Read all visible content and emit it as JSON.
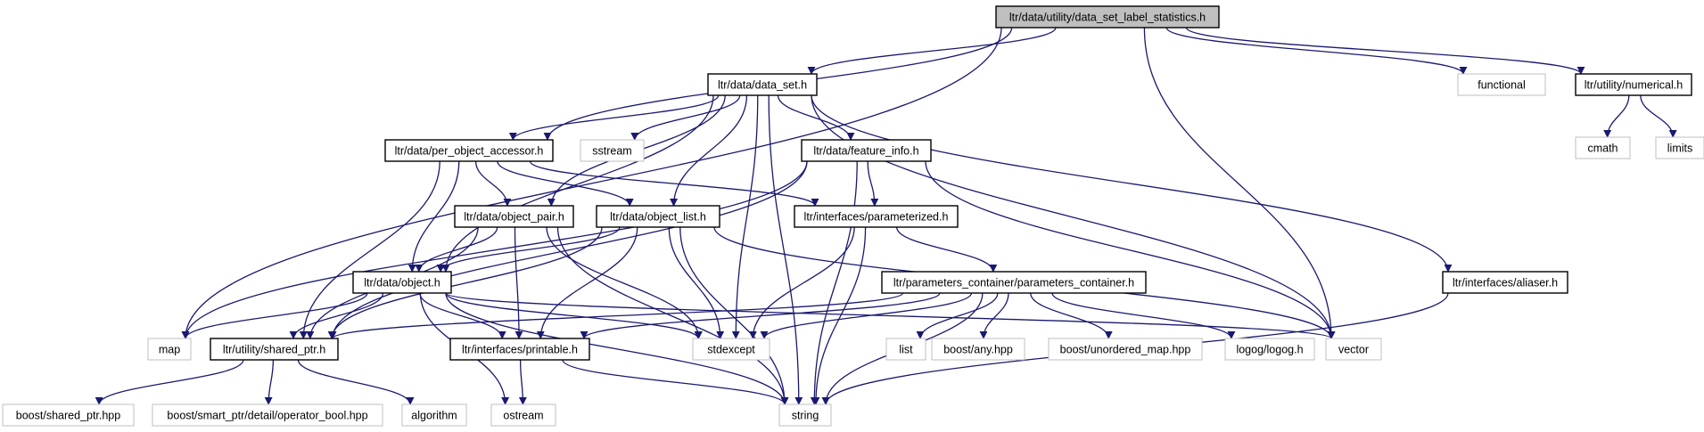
{
  "diagram": {
    "colors": {
      "edge": "#191970",
      "node_border": "#000000",
      "external_border": "#bfbfbf",
      "root_fill": "#bfbfbf",
      "node_fill": "#ffffff",
      "text": "#000000"
    },
    "nodes": [
      {
        "id": "root",
        "label": "ltr/data/utility/data_set_label_statistics.h",
        "kind": "root"
      },
      {
        "id": "data_set",
        "label": "ltr/data/data_set.h",
        "kind": "internal"
      },
      {
        "id": "functional",
        "label": "functional",
        "kind": "external"
      },
      {
        "id": "numerical",
        "label": "ltr/utility/numerical.h",
        "kind": "internal"
      },
      {
        "id": "cmath",
        "label": "cmath",
        "kind": "external"
      },
      {
        "id": "limits",
        "label": "limits",
        "kind": "external"
      },
      {
        "id": "per_object_accessor",
        "label": "ltr/data/per_object_accessor.h",
        "kind": "internal"
      },
      {
        "id": "sstream",
        "label": "sstream",
        "kind": "external"
      },
      {
        "id": "feature_info",
        "label": "ltr/data/feature_info.h",
        "kind": "internal"
      },
      {
        "id": "object_pair",
        "label": "ltr/data/object_pair.h",
        "kind": "internal"
      },
      {
        "id": "object_list",
        "label": "ltr/data/object_list.h",
        "kind": "internal"
      },
      {
        "id": "parameterized",
        "label": "ltr/interfaces/parameterized.h",
        "kind": "internal"
      },
      {
        "id": "object",
        "label": "ltr/data/object.h",
        "kind": "internal"
      },
      {
        "id": "parameters_container",
        "label": "ltr/parameters_container/parameters_container.h",
        "kind": "internal"
      },
      {
        "id": "aliaser",
        "label": "ltr/interfaces/aliaser.h",
        "kind": "internal"
      },
      {
        "id": "map",
        "label": "map",
        "kind": "external"
      },
      {
        "id": "shared_ptr",
        "label": "ltr/utility/shared_ptr.h",
        "kind": "internal"
      },
      {
        "id": "printable",
        "label": "ltr/interfaces/printable.h",
        "kind": "internal"
      },
      {
        "id": "stdexcept",
        "label": "stdexcept",
        "kind": "external"
      },
      {
        "id": "list",
        "label": "list",
        "kind": "external"
      },
      {
        "id": "boost_any",
        "label": "boost/any.hpp",
        "kind": "external"
      },
      {
        "id": "boost_unordered_map",
        "label": "boost/unordered_map.hpp",
        "kind": "external"
      },
      {
        "id": "logog",
        "label": "logog/logog.h",
        "kind": "external"
      },
      {
        "id": "vector",
        "label": "vector",
        "kind": "external"
      },
      {
        "id": "boost_shared_ptr",
        "label": "boost/shared_ptr.hpp",
        "kind": "external"
      },
      {
        "id": "operator_bool",
        "label": "boost/smart_ptr/detail/operator_bool.hpp",
        "kind": "external"
      },
      {
        "id": "algorithm",
        "label": "algorithm",
        "kind": "external"
      },
      {
        "id": "ostream",
        "label": "ostream",
        "kind": "external"
      },
      {
        "id": "string",
        "label": "string",
        "kind": "external"
      }
    ],
    "edges": [
      [
        "root",
        "data_set"
      ],
      [
        "root",
        "functional"
      ],
      [
        "root",
        "numerical"
      ],
      [
        "root",
        "per_object_accessor"
      ],
      [
        "root",
        "map"
      ],
      [
        "root",
        "vector"
      ],
      [
        "numerical",
        "cmath"
      ],
      [
        "numerical",
        "limits"
      ],
      [
        "data_set",
        "per_object_accessor"
      ],
      [
        "data_set",
        "sstream"
      ],
      [
        "data_set",
        "feature_info"
      ],
      [
        "data_set",
        "object_pair"
      ],
      [
        "data_set",
        "object_list"
      ],
      [
        "data_set",
        "object"
      ],
      [
        "data_set",
        "stdexcept"
      ],
      [
        "data_set",
        "vector"
      ],
      [
        "data_set",
        "aliaser"
      ],
      [
        "data_set",
        "string"
      ],
      [
        "per_object_accessor",
        "object_pair"
      ],
      [
        "per_object_accessor",
        "object_list"
      ],
      [
        "per_object_accessor",
        "object"
      ],
      [
        "per_object_accessor",
        "parameterized"
      ],
      [
        "per_object_accessor",
        "shared_ptr"
      ],
      [
        "feature_info",
        "parameterized"
      ],
      [
        "feature_info",
        "map"
      ],
      [
        "feature_info",
        "shared_ptr"
      ],
      [
        "feature_info",
        "vector"
      ],
      [
        "feature_info",
        "string"
      ],
      [
        "object_pair",
        "object"
      ],
      [
        "object_pair",
        "shared_ptr"
      ],
      [
        "object_pair",
        "printable"
      ],
      [
        "object_pair",
        "stdexcept"
      ],
      [
        "object_pair",
        "string"
      ],
      [
        "object_list",
        "object"
      ],
      [
        "object_list",
        "shared_ptr"
      ],
      [
        "object_list",
        "printable"
      ],
      [
        "object_list",
        "stdexcept"
      ],
      [
        "object_list",
        "vector"
      ],
      [
        "object_list",
        "string"
      ],
      [
        "parameterized",
        "parameters_container"
      ],
      [
        "parameterized",
        "stdexcept"
      ],
      [
        "parameterized",
        "string"
      ],
      [
        "object",
        "map"
      ],
      [
        "object",
        "shared_ptr"
      ],
      [
        "object",
        "printable"
      ],
      [
        "object",
        "stdexcept"
      ],
      [
        "object",
        "vector"
      ],
      [
        "object",
        "ostream"
      ],
      [
        "object",
        "string"
      ],
      [
        "parameters_container",
        "shared_ptr"
      ],
      [
        "parameters_container",
        "printable"
      ],
      [
        "parameters_container",
        "stdexcept"
      ],
      [
        "parameters_container",
        "list"
      ],
      [
        "parameters_container",
        "boost_any"
      ],
      [
        "parameters_container",
        "boost_unordered_map"
      ],
      [
        "parameters_container",
        "logog"
      ],
      [
        "parameters_container",
        "string"
      ],
      [
        "aliaser",
        "string"
      ],
      [
        "shared_ptr",
        "boost_shared_ptr"
      ],
      [
        "shared_ptr",
        "operator_bool"
      ],
      [
        "shared_ptr",
        "algorithm"
      ],
      [
        "printable",
        "ostream"
      ],
      [
        "printable",
        "string"
      ]
    ]
  }
}
